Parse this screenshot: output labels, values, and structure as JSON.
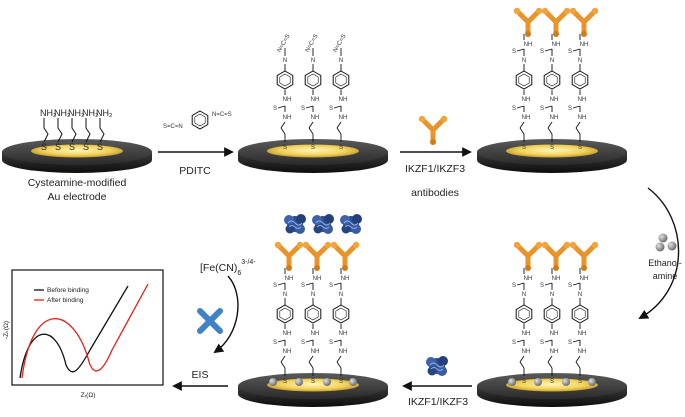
{
  "steps": {
    "s1_label_line1": "Cysteamine-modified",
    "s1_label_line2": "Au electrode",
    "pditc": "PDITC",
    "ikzf_top": "IKZF1/IKZF3",
    "antibodies": "antibodies",
    "ethanolamine_line1": "Ethanol-",
    "ethanolamine_line2": "amine",
    "ikzf_bottom": "IKZF1/IKZF3",
    "eis": "EIS",
    "ferri_base": "[Fe(CN)",
    "ferri_sub": "6",
    "ferri_sup": "3-/4-"
  },
  "chemistry": {
    "nh2": "NH₂",
    "s": "S",
    "nh": "NH",
    "n": "N",
    "ncs": "N=C=S",
    "scn": "S=C=N"
  },
  "nyquist": {
    "legend_before": "Before binding",
    "legend_after": "After binding",
    "ylabel": "-Zₖ(Ω)",
    "xlabel": "Zᵣ(Ω)",
    "color_before": "#111111",
    "color_after": "#e0211d"
  },
  "colors": {
    "disk_dark": "#2b2b2b",
    "gold": "#e8c048",
    "antibody": "#e8942a",
    "protein": "#2f4f8f",
    "block": "#9a9a9a",
    "cross": "#3f83c6"
  }
}
